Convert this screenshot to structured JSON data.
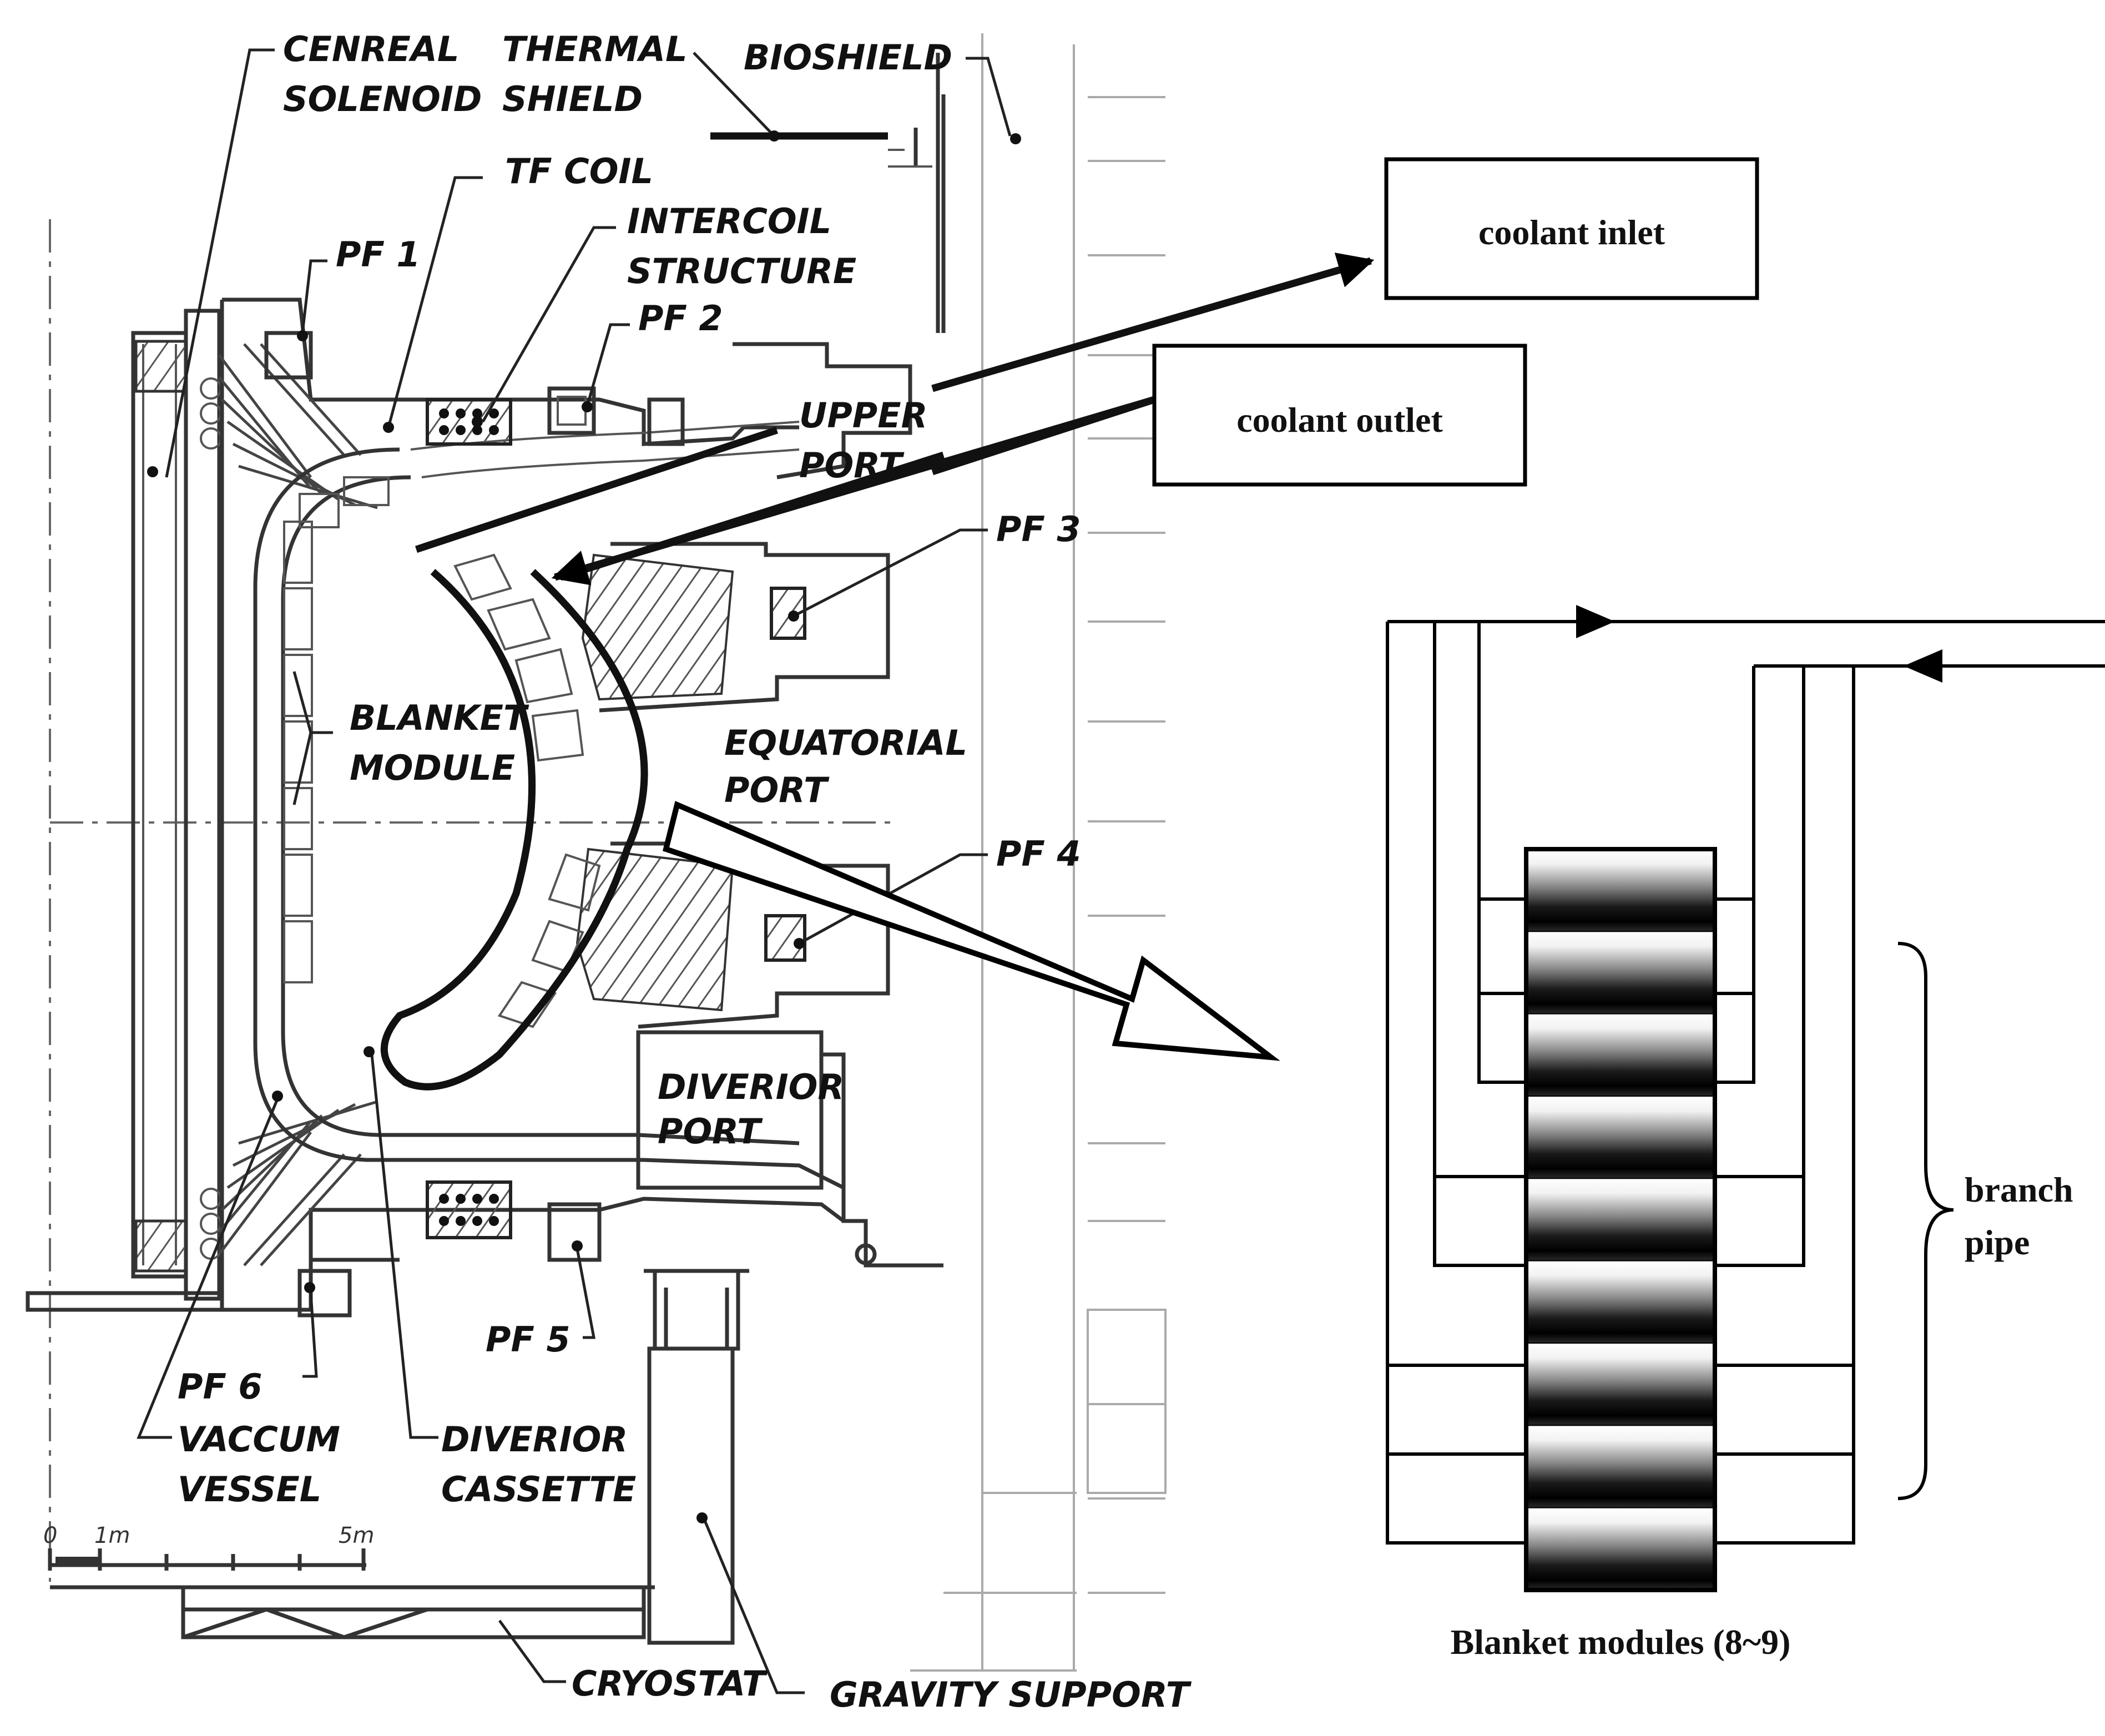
{
  "labels": {
    "central_solenoid": [
      "CENREAL",
      "SOLENOID"
    ],
    "thermal_shield": [
      "THERMAL",
      "SHIELD"
    ],
    "bioshield": "BIOSHIELD",
    "tf_coil": "TF COIL",
    "intercoil_structure": [
      "INTERCOIL",
      "STRUCTURE"
    ],
    "pf1": "PF 1",
    "pf2": "PF 2",
    "pf3": "PF 3",
    "pf4": "PF 4",
    "pf5": "PF 5",
    "pf6": "PF 6",
    "upper_port": [
      "UPPER",
      "PORT"
    ],
    "blanket_module": [
      "BLANKET",
      "MODULE"
    ],
    "equatorial_port": [
      "EQUATORIAL",
      "PORT"
    ],
    "divertor_port": [
      "DIVERIOR",
      "PORT"
    ],
    "vacuum_vessel": [
      "VACCUM",
      "VESSEL"
    ],
    "divertor_cassette": [
      "DIVERIOR",
      "CASSETTE"
    ],
    "cryostat": "CRYOSTAT",
    "gravity_support": "GRAVITY SUPPORT"
  },
  "scale_bar": {
    "zero": "0",
    "one": "1m",
    "five": "5m"
  },
  "coolant": {
    "inlet": "coolant inlet",
    "outlet": "coolant outlet"
  },
  "schematic": {
    "branch_pipe": [
      "branch",
      "pipe"
    ],
    "caption": "Blanket modules (8~9)",
    "module_count": 9
  },
  "colors": {
    "ink": "#111111",
    "background": "#ffffff",
    "faint_building": "#aaaaaa"
  }
}
